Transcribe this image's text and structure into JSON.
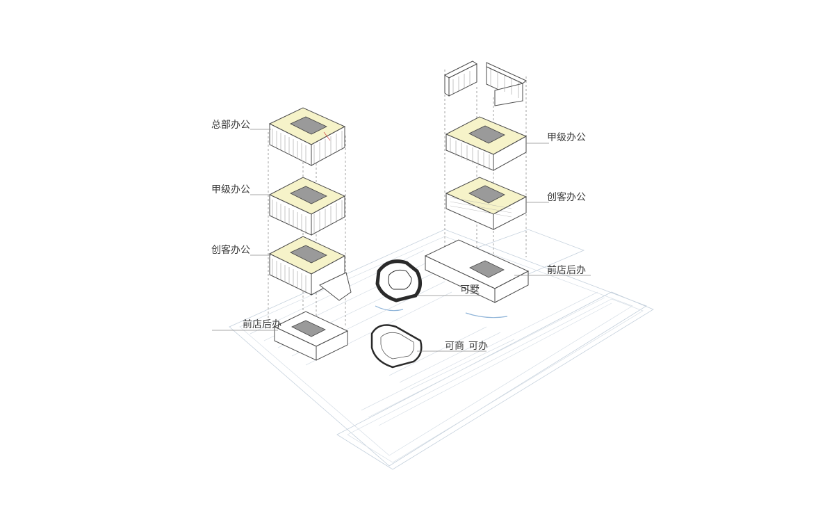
{
  "labels": {
    "left_hq_office": "总部办公",
    "left_grade_a_office": "甲级办公",
    "left_maker_office": "创客办公",
    "left_shop_office": "前店后办",
    "right_grade_a_office": "甲级办公",
    "right_maker_office": "创客办公",
    "right_shop_office": "前店后办",
    "villa": "可墅",
    "commerce": "可商",
    "office": "可办"
  },
  "colors": {
    "roof_yellow": "#f6f3c9",
    "line": "#4a4a4a",
    "site_blue": "#c4d0dc",
    "accent_blue": "#8fb4d8"
  }
}
